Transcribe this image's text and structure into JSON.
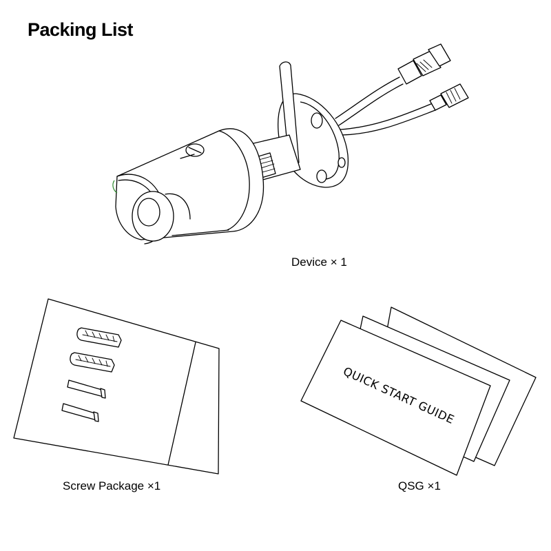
{
  "page": {
    "title": "Packing List"
  },
  "items": {
    "device": {
      "label": "Device",
      "multiplier": "× 1"
    },
    "screw_package": {
      "label": "Screw Package",
      "multiplier": "×1"
    },
    "qsg": {
      "label": "QSG",
      "multiplier": "×1",
      "cover_text": "QUICK START GUIDE"
    }
  }
}
